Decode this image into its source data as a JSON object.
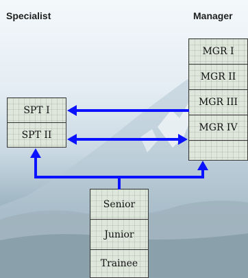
{
  "headers": {
    "specialist": "Specialist",
    "manager": "Manager"
  },
  "specialist": [
    "SPT I",
    "SPT II"
  ],
  "manager": [
    "MGR I",
    "MGR II",
    "MGR III",
    "MGR IV"
  ],
  "entry": [
    "Senior",
    "Junior",
    "Trainee"
  ],
  "colors": {
    "arrow": "#0a12ff",
    "box_border": "#3a3a3a",
    "box_fill": "#dfe7dc"
  }
}
